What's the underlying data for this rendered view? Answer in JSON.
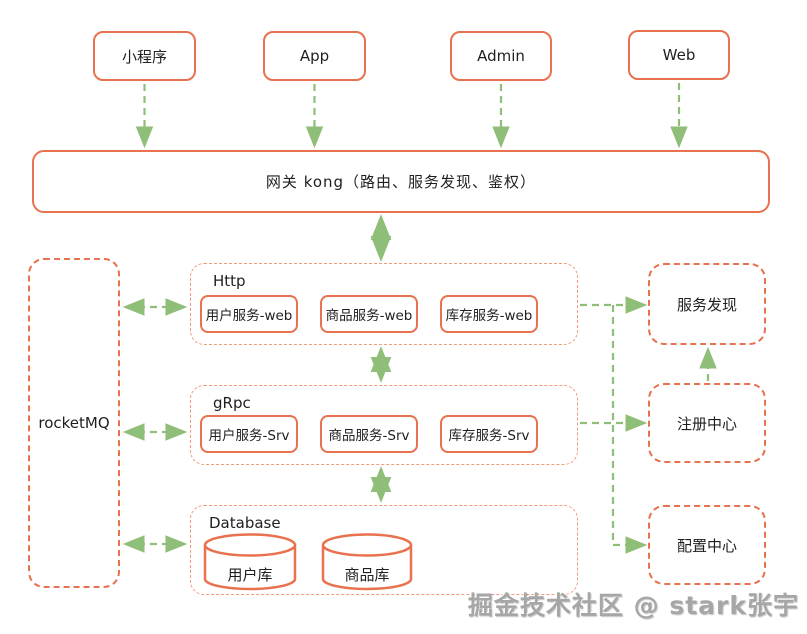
{
  "clients": [
    "小程序",
    "App",
    "Admin",
    "Web"
  ],
  "gateway": {
    "label": "网关 kong（路由、服务发现、鉴权）"
  },
  "layers": [
    {
      "name": "Http",
      "services": [
        "用户服务-web",
        "商品服务-web",
        "库存服务-web"
      ]
    },
    {
      "name": "gRpc",
      "services": [
        "用户服务-Srv",
        "商品服务-Srv",
        "库存服务-Srv"
      ]
    },
    {
      "name": "Database",
      "databases": [
        "用户库",
        "商品库"
      ]
    }
  ],
  "mq": {
    "label": "rocketMQ"
  },
  "infra": [
    "服务发现",
    "注册中心",
    "配置中心"
  ],
  "watermark": {
    "text": "掘金技术社区 @ stark张宇"
  },
  "colors": {
    "accent_orange": "#E8714E",
    "light_orange_dash": "#F2997B",
    "arrow_green": "#8FBE78",
    "text": "#1F1F1F",
    "watermark_gray": "#A6A6A6"
  }
}
